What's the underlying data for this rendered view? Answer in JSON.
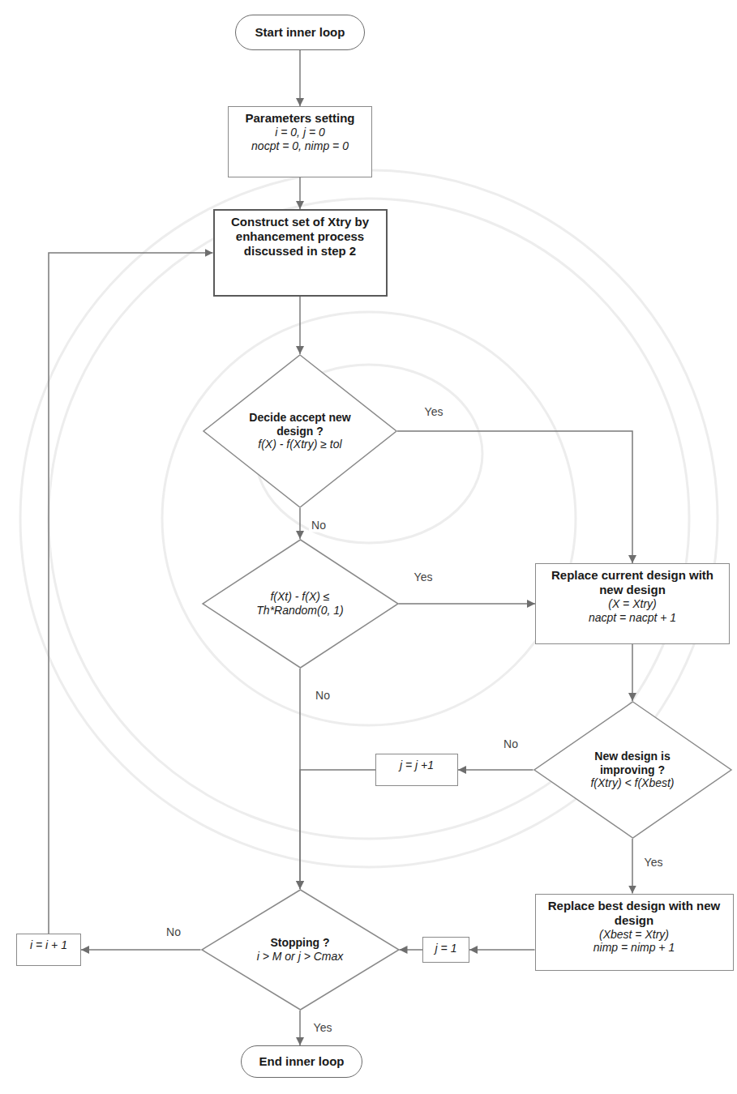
{
  "diagram": {
    "nodes": [
      {
        "text": [
          "Start inner loop"
        ]
      },
      {
        "text": [
          "Parameters setting",
          "i = 0, j = 0",
          "nocpt = 0, nimp = 0"
        ]
      },
      {
        "text": [
          "Construct set of Xtry by enhancement process discussed in step 2"
        ]
      },
      {
        "text": [
          "Decide accept new design ?",
          "f(X) - f(Xtry) ≥ tol"
        ]
      },
      {
        "text": [
          "f(Xt) - f(X) ≤ Th*Random(0, 1)"
        ]
      },
      {
        "text": [
          "Replace current design with new design",
          "(X = Xtry)",
          "nacpt = nacpt + 1"
        ]
      },
      {
        "text": [
          "New design is improving ?",
          "f(Xtry) < f(Xbest)"
        ]
      },
      {
        "text": [
          "j = j +1"
        ]
      },
      {
        "text": [
          "Replace best design with new design",
          "(Xbest = Xtry)",
          "nimp = nimp + 1"
        ]
      },
      {
        "text": [
          "j = 1"
        ]
      },
      {
        "text": [
          "Stopping ?",
          "i > M or j > Cmax"
        ]
      },
      {
        "text": [
          "i = i + 1"
        ]
      },
      {
        "text": [
          "End inner loop"
        ]
      }
    ],
    "edges": [
      {
        "from": 0,
        "to": 1,
        "arrow": "to"
      },
      {
        "from": 1,
        "to": 2,
        "arrow": "to"
      },
      {
        "from": 2,
        "to": 3,
        "arrow": "to"
      },
      {
        "from": 3,
        "to": 5,
        "label": "Yes",
        "arrow": "to"
      },
      {
        "from": 3,
        "to": 4,
        "label": "No",
        "arrow": "to"
      },
      {
        "from": 4,
        "to": 5,
        "label": "Yes",
        "arrow": "to"
      },
      {
        "from": 4,
        "to": 10,
        "label": "No",
        "arrow": "to"
      },
      {
        "from": 5,
        "to": 6,
        "arrow": "to"
      },
      {
        "from": 6,
        "to": 7,
        "label": "No",
        "arrow": "to"
      },
      {
        "from": 7,
        "to": 10,
        "arrow": "to"
      },
      {
        "from": 6,
        "to": 8,
        "label": "Yes",
        "arrow": "to"
      },
      {
        "from": 8,
        "to": 9,
        "arrow": "to"
      },
      {
        "from": 9,
        "to": 10,
        "arrow": "to"
      },
      {
        "from": 10,
        "to": 11,
        "label": "No",
        "arrow": "to"
      },
      {
        "from": 11,
        "to": 2,
        "arrow": "to"
      },
      {
        "from": 10,
        "to": 12,
        "label": "Yes",
        "arrow": "to"
      }
    ]
  }
}
